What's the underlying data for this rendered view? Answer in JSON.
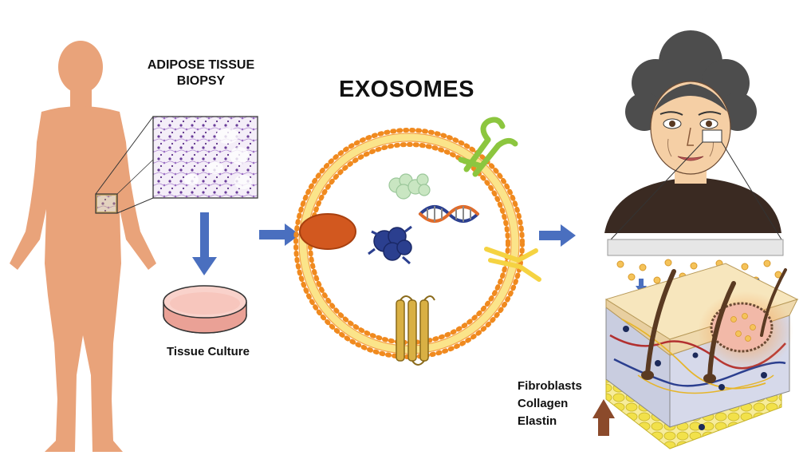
{
  "labels": {
    "biopsy_line1": "ADIPOSE TISSUE",
    "biopsy_line2": "BIOPSY",
    "exosomes": "EXOSOMES",
    "tissue_culture": "Tissue Culture",
    "skin_1": "Fibroblasts",
    "skin_2": "Collagen",
    "skin_3": "Elastin"
  },
  "colors": {
    "body": "#e9a37a",
    "arrow_blue": "#4a6fbf",
    "membrane": "#f08a1f",
    "membrane_inner": "#fbe48a",
    "orange_protein": "#d2581f",
    "green_receptor": "#8cc63f",
    "dna_blue": "#2b3f8f",
    "hair": "#4d4d4d",
    "sweater": "#3a2a22",
    "skin_face": "#f5cfa5",
    "up_arrow": "#8b4a2b",
    "fat_cells": "#f2e14a"
  },
  "icons": [
    "human-silhouette-icon",
    "histology-slide-icon",
    "petri-dish-icon",
    "exosome-vesicle-icon",
    "dna-helix-icon",
    "elderly-woman-icon",
    "skin-cross-section-icon",
    "up-arrow-icon"
  ]
}
